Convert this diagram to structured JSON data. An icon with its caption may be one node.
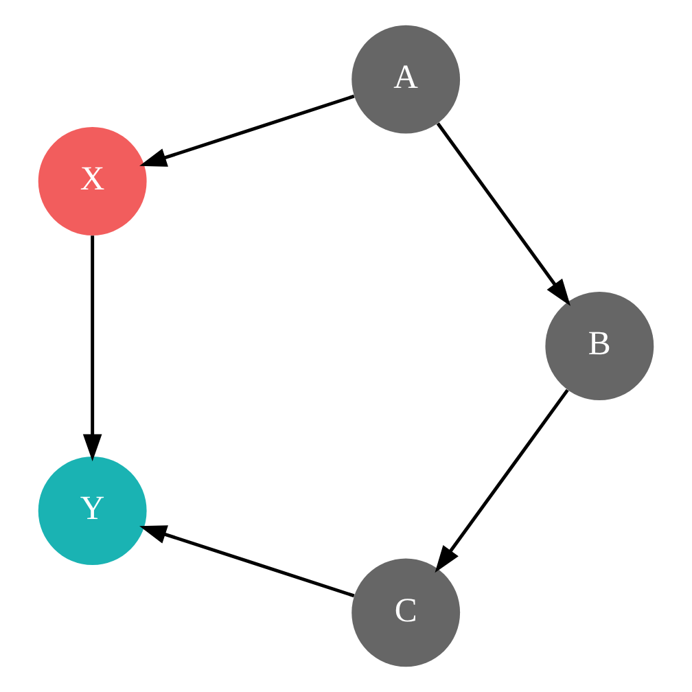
{
  "diagram": {
    "nodes": [
      {
        "text": [
          "C"
        ]
      },
      {
        "text": [
          "B"
        ]
      },
      {
        "text": [
          "A"
        ]
      },
      {
        "text": [
          "Y"
        ]
      },
      {
        "text": [
          "X"
        ]
      }
    ],
    "edges": [
      {
        "from": 2,
        "to": 1,
        "arrow": "to"
      },
      {
        "from": 1,
        "to": 0,
        "arrow": "to"
      },
      {
        "from": 0,
        "to": 3,
        "arrow": "to"
      },
      {
        "from": 2,
        "to": 4,
        "arrow": "to"
      },
      {
        "from": 4,
        "to": 3,
        "arrow": "to"
      }
    ]
  }
}
